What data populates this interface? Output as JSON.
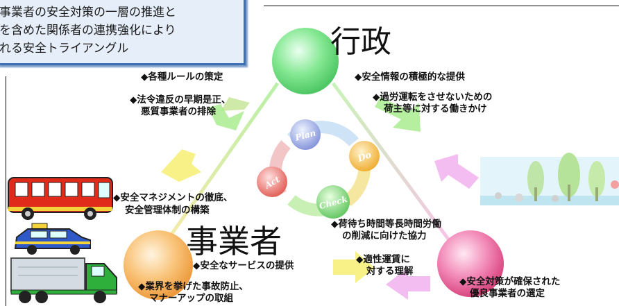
{
  "callout": {
    "lines": [
      "事業者の安全対策の一層の推進と",
      "を含めた関係者の連携強化により",
      "れる安全トライアングル"
    ]
  },
  "nodes": {
    "gyosei": "行政",
    "jigyosha": "事業者"
  },
  "pdca": {
    "plan": "Plan",
    "do": "Do",
    "check": "Check",
    "act": "Act"
  },
  "labels": {
    "rules": "◆各種ルールの策定",
    "law_1": "◆法令違反の早期是正、",
    "law_2": "悪質事業者の排除",
    "safety_info": "◆安全情報の積極的な提供",
    "overwork_1": "◆過労運転をさせないための",
    "overwork_2": "荷主等に対する働きかけ",
    "mgmt_1": "◆安全マネジメントの徹底、",
    "mgmt_2": "安全管理体制の構築",
    "waiting_1": "◆荷待ち時間等長時間労働",
    "waiting_2": "の削減に向けた協力",
    "service": "◆安全なサービスの提供",
    "fare_1": "◆適性運賃に",
    "fare_2": "対する理解",
    "industry_1": "◆業界を挙げた事故防止、",
    "industry_2": "マナーアップの取組",
    "selection_1": "◆安全対策が確保された",
    "selection_2": "優良事業者の選定"
  },
  "colors": {
    "callout_bg": "#e6eef9",
    "callout_border": "#3d6fb3",
    "green_node": "#7fe08a",
    "orange_node": "#f7b765",
    "pink_node": "#ee6fa6",
    "green_arrow": "#a9ec8e",
    "pink_arrow": "#f3b6ef",
    "yellow_arrow": "#f6f07a"
  }
}
